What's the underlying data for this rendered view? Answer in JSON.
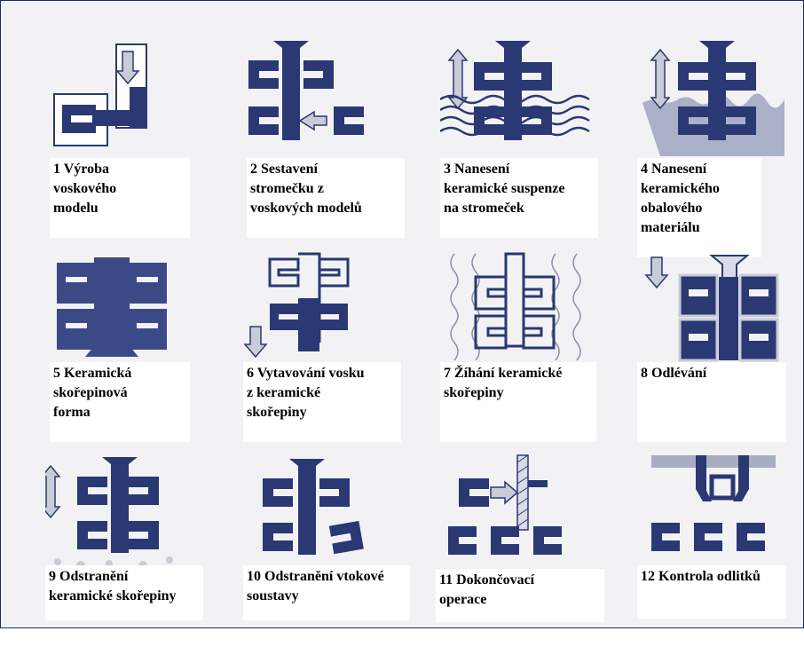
{
  "colors": {
    "navy": "#2a3873",
    "light_blue": "#d9dbe6",
    "grey_arrow": "#c9ccd6",
    "frame": "#1b2a5c",
    "background": "#f2f2f4"
  },
  "steps": [
    {
      "number": "1",
      "caption": "Výroba\nvoskového\nmodelu",
      "icon": "wax-model-production-icon"
    },
    {
      "number": "2",
      "caption": "Sestavení\nstromečku z\nvoskových modelů",
      "icon": "tree-assembly-icon"
    },
    {
      "number": "3",
      "caption": "Nanesení\nkeramické suspenze\nna stromeček",
      "icon": "slurry-dip-icon"
    },
    {
      "number": "4",
      "caption": "Nanesení\nkeramického\nobalového\nmateriálu",
      "icon": "stucco-coating-icon"
    },
    {
      "number": "5",
      "caption": "Keramická\nskořepinová\nforma",
      "icon": "ceramic-shell-icon"
    },
    {
      "number": "6",
      "caption": "Vytavování vosku\nz keramické\nskořepiny",
      "icon": "dewaxing-icon"
    },
    {
      "number": "7",
      "caption": "Žíhání keramické\nskořepiny",
      "icon": "shell-firing-icon"
    },
    {
      "number": "8",
      "caption": "Odlévání",
      "icon": "pouring-icon"
    },
    {
      "number": "9",
      "caption": "Odstranění\nkeramické skořepiny",
      "icon": "shell-removal-icon"
    },
    {
      "number": "10",
      "caption": "Odstranění vtokové\nsoustavy",
      "icon": "gating-removal-icon"
    },
    {
      "number": "11",
      "caption": "Dokončovací\noperace",
      "icon": "finishing-icon"
    },
    {
      "number": "12",
      "caption": "Kontrola odlitků",
      "icon": "inspection-icon"
    }
  ]
}
